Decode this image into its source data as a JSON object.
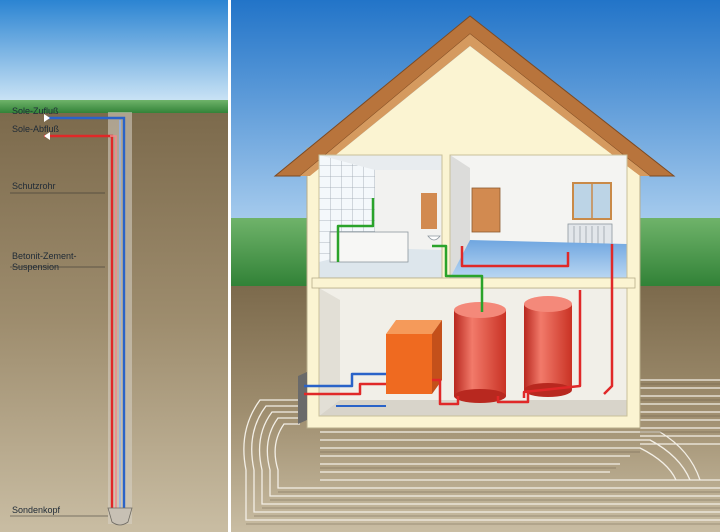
{
  "borehole": {
    "labels": {
      "sole_zufluss": "Sole-Zufluß",
      "sole_abfluss": "Sole-Abfluß",
      "schutzrohr": "Schutzrohr",
      "betonit_line1": "Betonit-Zement-",
      "betonit_line2": "Suspension",
      "sondenkopf": "Sondenkopf"
    }
  },
  "colors": {
    "sky": "#2f7fd0",
    "grass": "#3a8a3a",
    "soil": "#8e7b5c",
    "house_wall": "#fbf4d2",
    "roof": "#b8743c",
    "pipe_red": "#e02828",
    "pipe_blue": "#2a63c8",
    "pipe_green": "#2aa32a",
    "tank_red": "#e44a3a",
    "boiler_orange": "#ef6a20"
  }
}
